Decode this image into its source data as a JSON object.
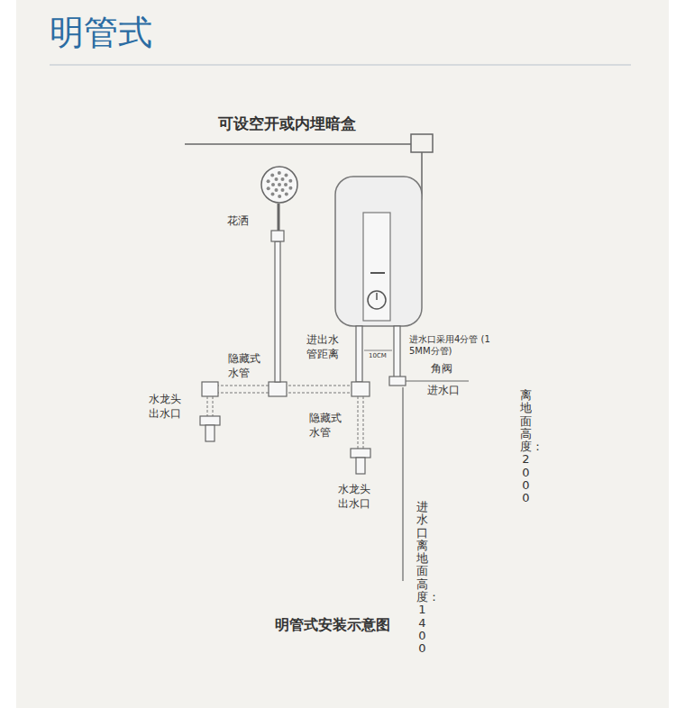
{
  "diagram": {
    "title": "明管式",
    "caption": "明管式安装示意图",
    "labels": [
      "可设空开或内埋暗盒",
      "花洒",
      "进出水管距离",
      "10CM",
      "进水口采用4分管 (15MM分管)",
      "隐藏式水管",
      "角阀",
      "进水口",
      "水龙头出水口",
      "隐藏式水管",
      "离地面高度：2000",
      "水龙头出水口",
      "进水口离地面高度：1400"
    ]
  }
}
